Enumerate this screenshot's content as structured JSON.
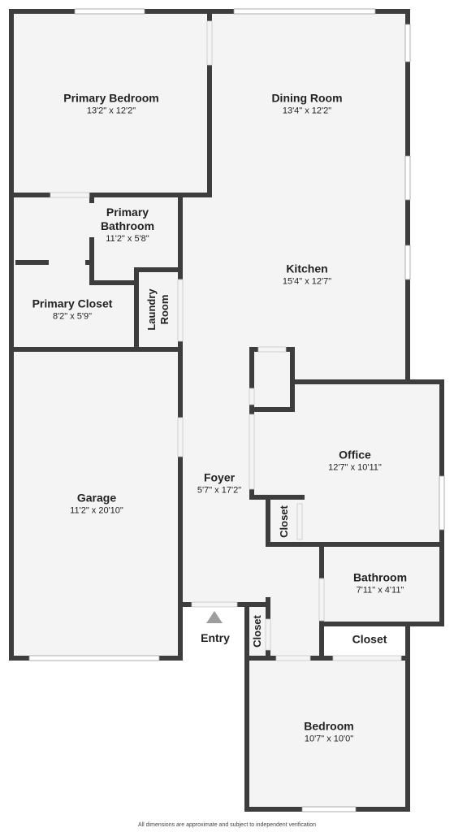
{
  "rooms": {
    "primary_bedroom": {
      "name": "Primary Bedroom",
      "dims": "13'2\" x 12'2\""
    },
    "dining_room": {
      "name": "Dining Room",
      "dims": "13'4\" x 12'2\""
    },
    "primary_bathroom": {
      "name": "Primary Bathroom",
      "name_line1": "Primary",
      "name_line2": "Bathroom",
      "dims": "11'2\" x 5'8\""
    },
    "kitchen": {
      "name": "Kitchen",
      "dims": "15'4\" x 12'7\""
    },
    "primary_closet": {
      "name": "Primary Closet",
      "dims": "8'2\" x 5'9\""
    },
    "laundry_room": {
      "name_line1": "Laundry",
      "name_line2": "Room"
    },
    "office": {
      "name": "Office",
      "dims": "12'7\" x 10'11\""
    },
    "garage": {
      "name": "Garage",
      "dims": "11'2\" x 20'10\""
    },
    "foyer": {
      "name": "Foyer",
      "dims": "5'7\" x 17'2\""
    },
    "office_closet": {
      "name": "Closet"
    },
    "bathroom": {
      "name": "Bathroom",
      "dims": "7'11\" x 4'11\""
    },
    "entry_closet": {
      "name": "Closet"
    },
    "hall_closet": {
      "name": "Closet"
    },
    "bedroom": {
      "name": "Bedroom",
      "dims": "10'7\" x 10'0\""
    }
  },
  "entry": {
    "label": "Entry"
  },
  "footer": {
    "disclaimer": "All dimensions are approximate and subject to independent verification"
  },
  "colors": {
    "wall": "#3d3d3d",
    "floor": "#f4f4f4",
    "window": "#ffffff",
    "arrow": "#9e9e9e"
  }
}
